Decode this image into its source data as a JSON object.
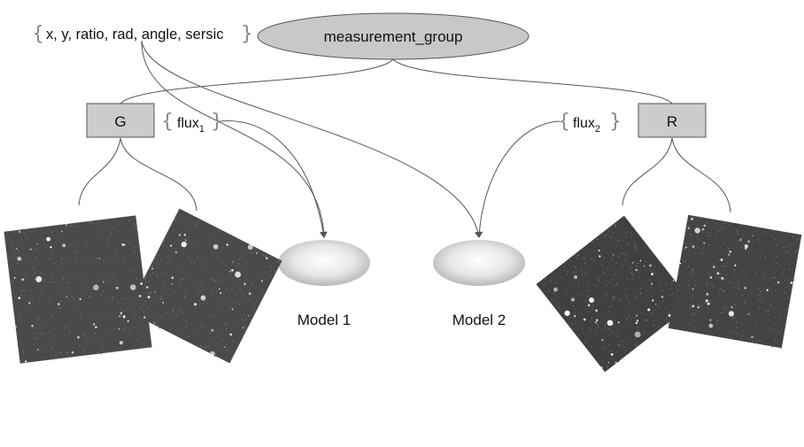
{
  "diagram": {
    "root": {
      "label": "measurement_group"
    },
    "shared_params": {
      "label": "x, y, ratio, rad, angle, sersic"
    },
    "bands": [
      {
        "id": "G",
        "label": "G",
        "flux_base": "flux",
        "flux_sub": "1"
      },
      {
        "id": "R",
        "label": "R",
        "flux_base": "flux",
        "flux_sub": "2"
      }
    ],
    "models": [
      {
        "label": "Model 1"
      },
      {
        "label": "Model 2"
      }
    ],
    "brace_open": "{",
    "brace_close": "}"
  },
  "colors": {
    "root_fill": "#c8c8c8",
    "band_fill": "#cccccc",
    "line": "#555555",
    "image_bg": "#4a4a4a",
    "star": "#ffffff"
  }
}
